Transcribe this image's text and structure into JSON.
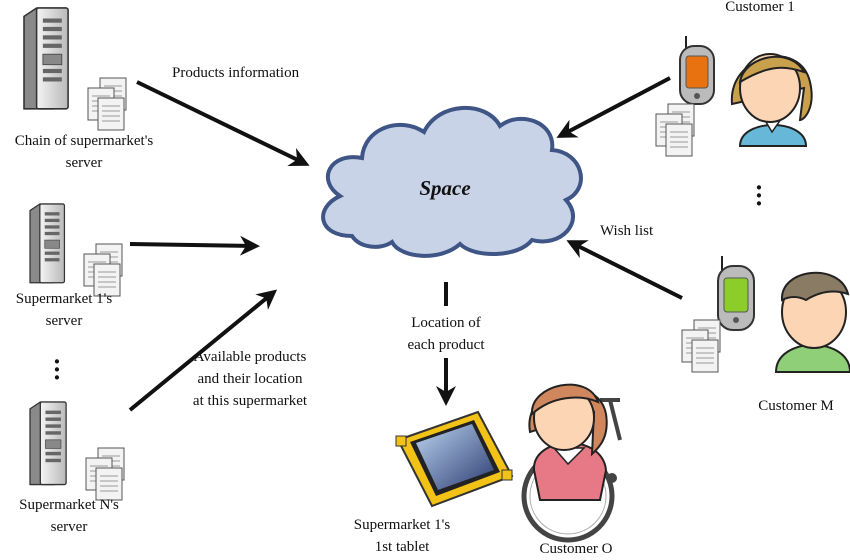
{
  "cloud": {
    "label": "Space"
  },
  "servers": {
    "chain": [
      "Chain of supermarket's",
      "server"
    ],
    "s1": [
      "Supermarket 1's",
      "server"
    ],
    "sn": [
      "Supermarket N's",
      "server"
    ]
  },
  "customers": {
    "c1": "Customer 1",
    "cm": "Customer M",
    "co": "Customer O"
  },
  "tablet": [
    "Supermarket 1's",
    "1st tablet"
  ],
  "arrows": {
    "products_information": "Products information",
    "available": [
      "Available products",
      "and their location",
      "at this supermarket"
    ],
    "wish_list": "Wish list",
    "location": [
      "Location of",
      "each product"
    ]
  },
  "colors": {
    "cloud_fill": "#c9d3e8",
    "cloud_stroke": "#3e5585",
    "skin": "#fbd5b4",
    "hair1": "#c9a04c",
    "shirt1": "#67b8d8",
    "hairM": "#8a7c64",
    "shirtM": "#8fcf78",
    "hairO": "#d1875e",
    "shirtO": "#e77885",
    "phone_orange": "#e8720f",
    "phone_green": "#8ccd2a",
    "tablet_yellow": "#f2c316"
  }
}
